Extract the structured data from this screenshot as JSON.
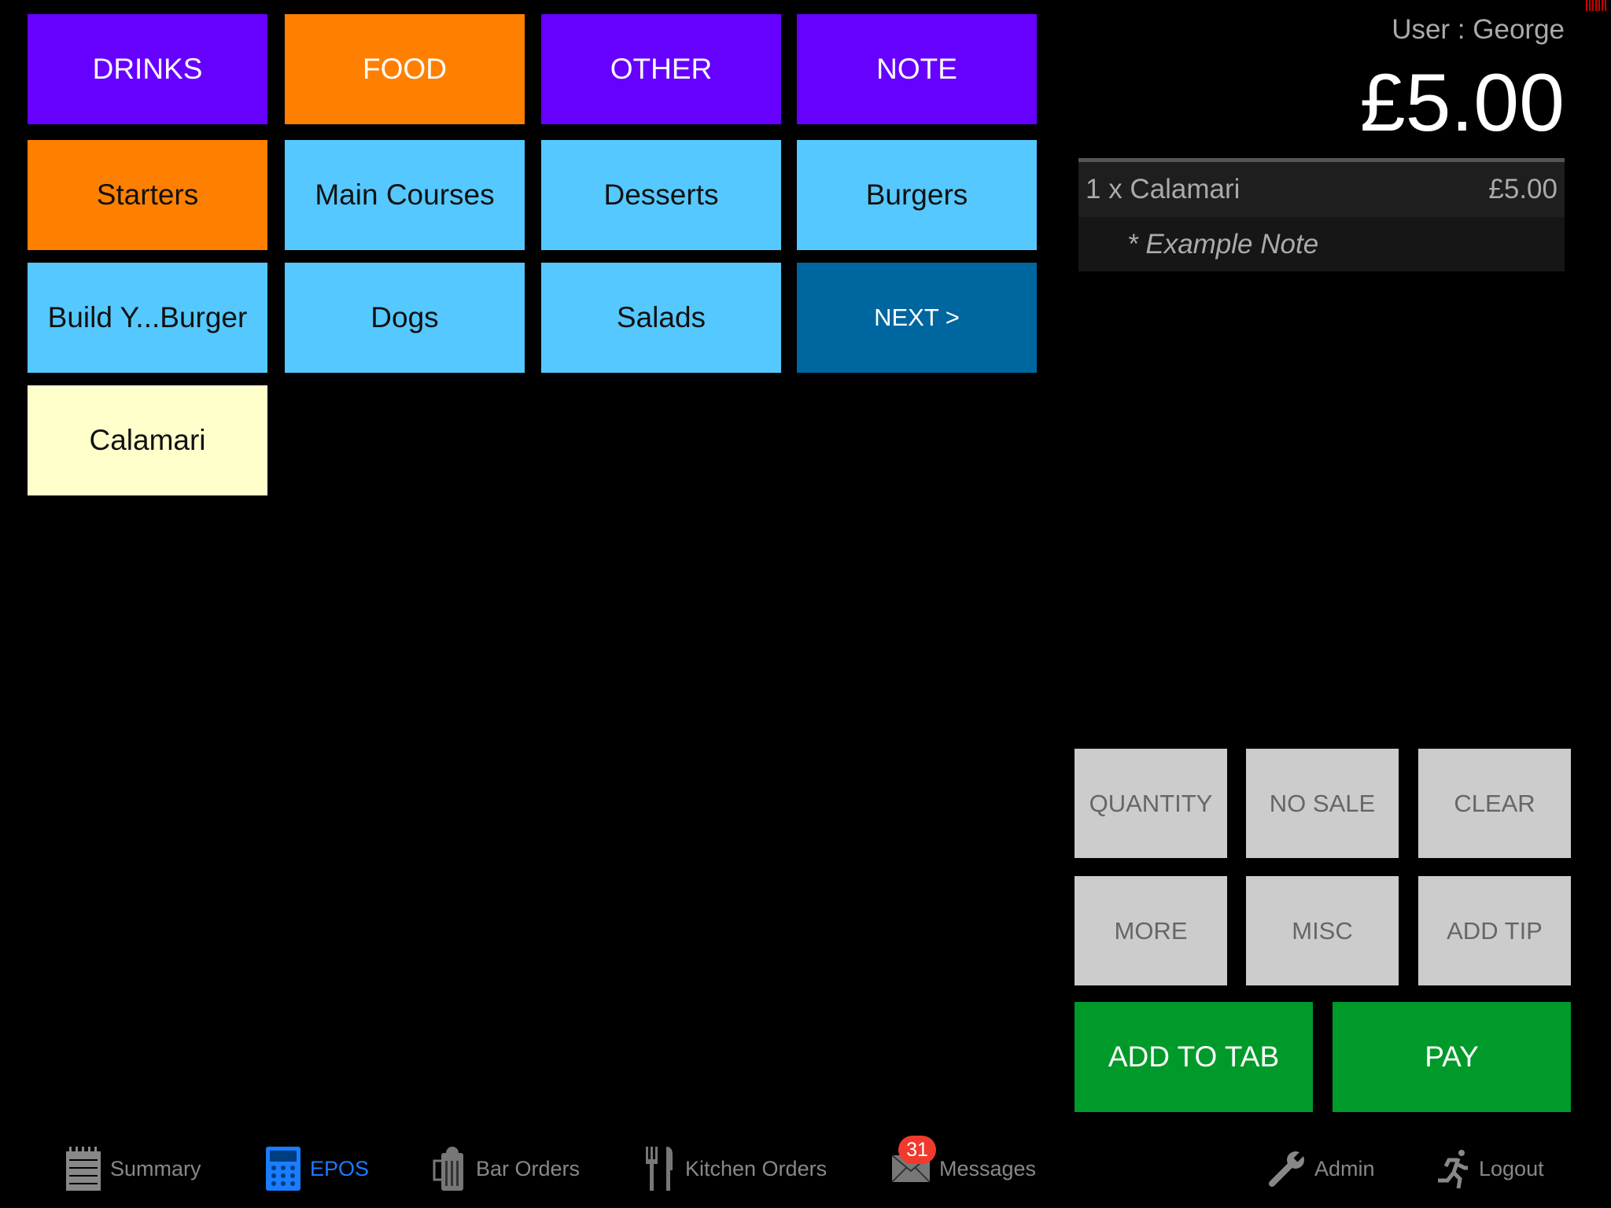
{
  "categories": [
    {
      "label": "DRINKS",
      "color": "#6600ff"
    },
    {
      "label": "FOOD",
      "color": "#ff8000"
    },
    {
      "label": "OTHER",
      "color": "#6600ff"
    },
    {
      "label": "NOTE",
      "color": "#6600ff"
    }
  ],
  "subcategories": [
    "Starters",
    "Main Courses",
    "Desserts",
    "Burgers",
    "Build Y...Burger",
    "Dogs",
    "Salads"
  ],
  "next_label": "NEXT >",
  "items": [
    "Calamari"
  ],
  "header": {
    "user": "User : George",
    "total": "£5.00"
  },
  "order": {
    "lines": [
      {
        "text": "1 x Calamari",
        "price": "£5.00",
        "note": "* Example Note"
      }
    ]
  },
  "functions": {
    "quantity": "QUANTITY",
    "no_sale": "NO SALE",
    "clear": "CLEAR",
    "more": "MORE",
    "misc": "MISC",
    "add_tip": "ADD TIP",
    "add_to_tab": "ADD TO TAB",
    "pay": "PAY"
  },
  "tabbar": {
    "items": [
      {
        "label": "Summary",
        "icon": "notepad-icon"
      },
      {
        "label": "EPOS",
        "icon": "calculator-icon",
        "active": true
      },
      {
        "label": "Bar Orders",
        "icon": "beer-icon"
      },
      {
        "label": "Kitchen Orders",
        "icon": "fork-knife-icon"
      },
      {
        "label": "Messages",
        "icon": "envelope-icon",
        "badge": "31"
      },
      {
        "label": "Admin",
        "icon": "wrench-icon"
      },
      {
        "label": "Logout",
        "icon": "running-man-icon"
      }
    ],
    "active_color": "#1a7cff"
  }
}
